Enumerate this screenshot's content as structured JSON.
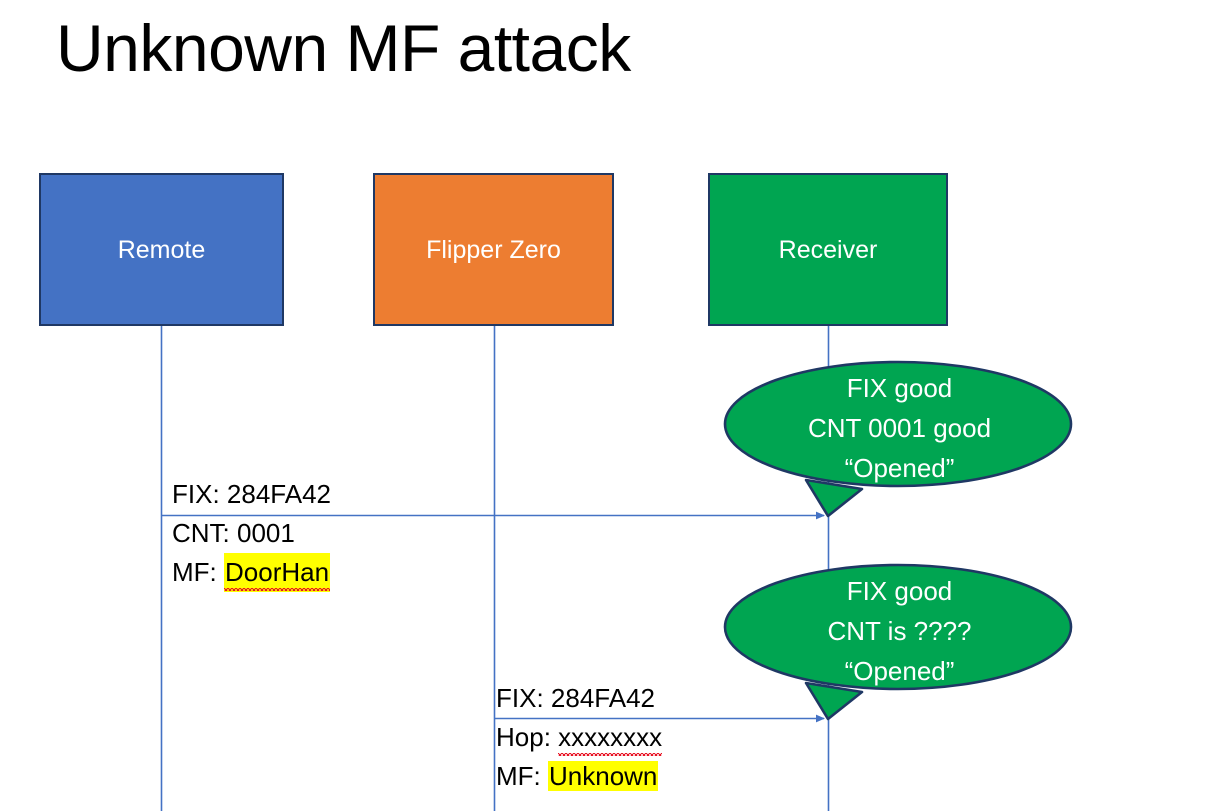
{
  "slide": {
    "title": "Unknown MF attack",
    "background": "#ffffff"
  },
  "colors": {
    "remote_fill": "#4472C4",
    "flipper_fill": "#ED7D31",
    "receiver_fill": "#00A551",
    "box_outline": "#1F3864",
    "lifeline": "#4472C4",
    "arrow": "#4472C4",
    "bubble_fill": "#00A551",
    "bubble_outline": "#1F3864",
    "highlight": "#FFFF00",
    "spellcheck_underline": "#E81123",
    "text_dark": "#000000",
    "text_light": "#FFFFFF"
  },
  "actors": [
    {
      "id": "remote",
      "label": "Remote"
    },
    {
      "id": "flipper",
      "label": "Flipper Zero"
    },
    {
      "id": "receiver",
      "label": "Receiver"
    }
  ],
  "messages": [
    {
      "id": "remote-to-receiver",
      "from": "remote",
      "to": "receiver",
      "lines": [
        {
          "prefix": "FIX: ",
          "value": "284FA42",
          "highlight": false,
          "spellcheck": false
        },
        {
          "prefix": "CNT: ",
          "value": "0001",
          "highlight": false,
          "spellcheck": false
        },
        {
          "prefix": "MF: ",
          "value": "DoorHan",
          "highlight": true,
          "spellcheck": true
        }
      ]
    },
    {
      "id": "flipper-to-receiver",
      "from": "flipper",
      "to": "receiver",
      "lines": [
        {
          "prefix": "FIX: ",
          "value": "284FA42",
          "highlight": false,
          "spellcheck": false
        },
        {
          "prefix": "Hop: ",
          "value": "xxxxxxxx",
          "highlight": false,
          "spellcheck": true
        },
        {
          "prefix": "MF: ",
          "value": "Unknown",
          "highlight": true,
          "spellcheck": false
        }
      ]
    }
  ],
  "bubbles": [
    {
      "id": "bubble-1",
      "owner": "receiver",
      "lines": [
        "FIX good",
        "CNT 0001 good",
        "“Opened”"
      ]
    },
    {
      "id": "bubble-2",
      "owner": "receiver",
      "lines": [
        "FIX good",
        "CNT is ????",
        "“Opened”"
      ]
    }
  ]
}
